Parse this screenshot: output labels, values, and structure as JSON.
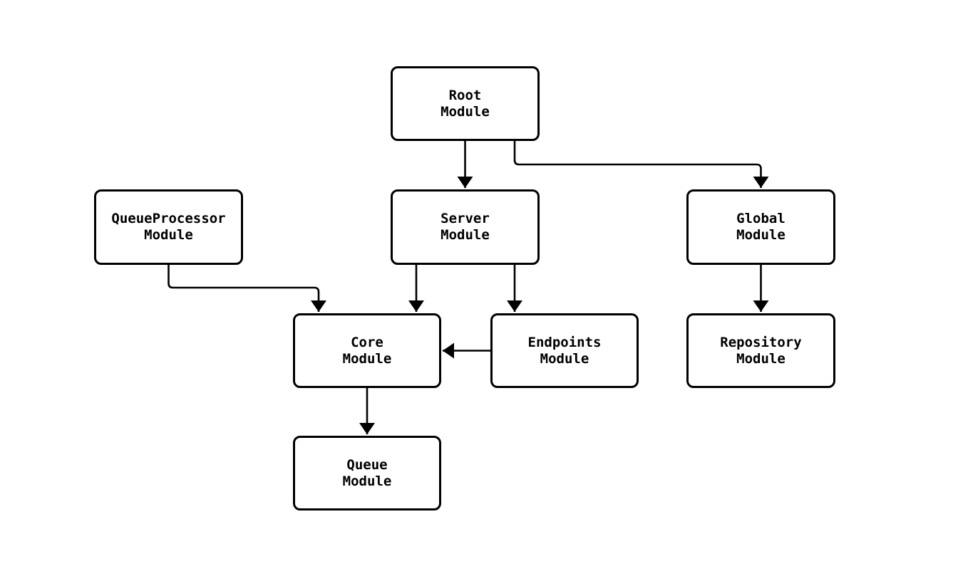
{
  "diagram": {
    "type": "flowchart",
    "background_color": "#ffffff",
    "node_style": {
      "fill": "#ffffff",
      "border_color": "#000000",
      "text_color": "#000000"
    },
    "edge_color": "#000000",
    "nodes": [
      {
        "id": "root",
        "label": "Root\nModule"
      },
      {
        "id": "queueprocessor",
        "label": "QueueProcessor\nModule"
      },
      {
        "id": "server",
        "label": "Server\nModule"
      },
      {
        "id": "global",
        "label": "Global\nModule"
      },
      {
        "id": "core",
        "label": "Core\nModule"
      },
      {
        "id": "endpoints",
        "label": "Endpoints\nModule"
      },
      {
        "id": "repository",
        "label": "Repository\nModule"
      },
      {
        "id": "queue",
        "label": "Queue\nModule"
      }
    ],
    "edges": [
      {
        "from": "Root Module",
        "to": "Server Module"
      },
      {
        "from": "Root Module",
        "to": "Global Module"
      },
      {
        "from": "QueueProcessor Module",
        "to": "Core Module"
      },
      {
        "from": "Server Module",
        "to": "Core Module"
      },
      {
        "from": "Server Module",
        "to": "Endpoints Module"
      },
      {
        "from": "Endpoints Module",
        "to": "Core Module"
      },
      {
        "from": "Global Module",
        "to": "Repository Module"
      },
      {
        "from": "Core Module",
        "to": "Queue Module"
      }
    ]
  }
}
